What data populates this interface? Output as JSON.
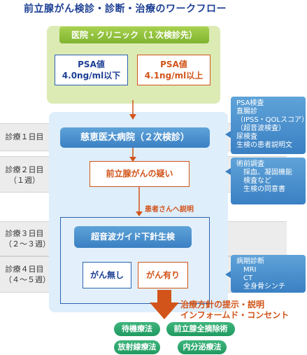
{
  "title": "前立腺がん検診・診断・治療のワークフロー",
  "days": [
    {
      "label": "診療１日目",
      "sub": ""
    },
    {
      "label": "診療２日目",
      "sub": "（１週）"
    },
    {
      "label": "診療３日目",
      "sub": "（２～３週）"
    },
    {
      "label": "診療４日目",
      "sub": "（４～５週）"
    }
  ],
  "clinic": {
    "label": "医院・クリニック（１次検診先）",
    "psa_low": {
      "line1": "PSA値",
      "line2": "4.0ng/ml以下"
    },
    "psa_high": {
      "line1": "PSA値",
      "line2": "4.1ng/ml以上"
    }
  },
  "hospital": {
    "label": "慈恵医大病院（２次検診）"
  },
  "suspect": "前立腺がんの疑い",
  "patient_explain": "患者さんへ説明",
  "ultrasound": "超音波ガイド下針生検",
  "no_cancer": "がん無し",
  "cancer": "がん有り",
  "policy": {
    "line1": "治療方針の提示・説明",
    "line2": "インフォームド・コンセント"
  },
  "info1": [
    "PSA検査",
    "直腸診",
    "（IPSS・QOLスコア）",
    "（超音波検査）",
    "尿検査",
    "生検の患者説明文"
  ],
  "info2": [
    "術前調査",
    "　採血、凝固機能",
    "　検査など",
    "　生検の同意書"
  ],
  "info3": [
    "病期診断",
    "　MRI",
    "　CT",
    "　全身骨シンチ"
  ],
  "treatments": [
    "待機療法",
    "前立腺全摘除術",
    "放射線療法",
    "内分泌療法"
  ],
  "colors": {
    "blue": "#3a80c3",
    "navy": "#1c3f94",
    "orange": "#d2541a",
    "green": "#1f9a60",
    "clinic_green": "#7fb430"
  }
}
